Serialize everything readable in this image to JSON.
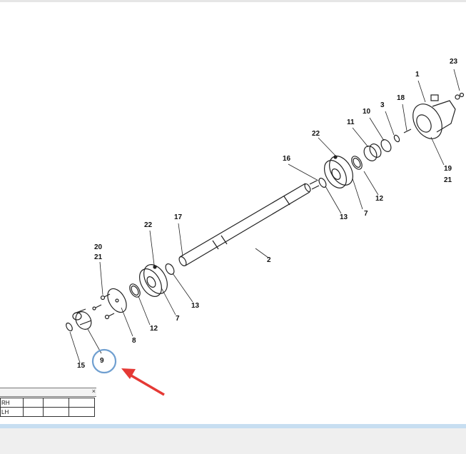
{
  "callouts": [
    "23",
    "1",
    "18",
    "3",
    "10",
    "11",
    "22",
    "19",
    "21",
    "16",
    "12",
    "7",
    "13",
    "17",
    "2",
    "20",
    "21",
    "22",
    "13",
    "7",
    "12",
    "8",
    "15",
    "9"
  ],
  "highlight": {
    "color": "#6f9fd0"
  },
  "arrow": {
    "color": "#e53935"
  },
  "parts_table": {
    "close_label": "×",
    "rows": [
      "RH",
      "LH"
    ]
  }
}
